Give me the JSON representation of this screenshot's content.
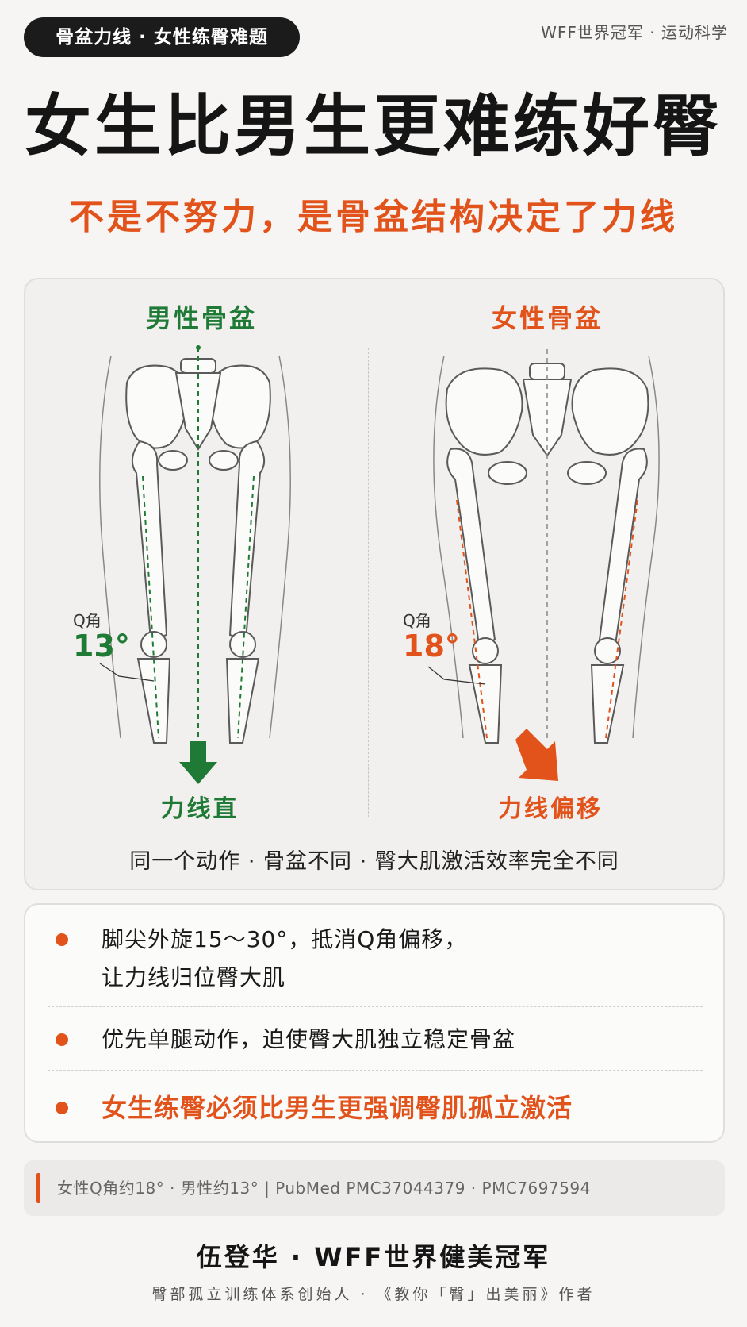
{
  "header": {
    "tag": "骨盆力线 · 女性练臀难题",
    "brand": "WFF世界冠军 · 运动科学"
  },
  "title": "女生比男生更难练好臀",
  "subtitle": "不是不努力，是骨盆结构决定了力线",
  "comparison": {
    "male": {
      "title": "男性骨盆",
      "q_label": "Q角",
      "q_value": "13°",
      "force_line": "力线直",
      "color": "#1e7a34"
    },
    "female": {
      "title": "女性骨盆",
      "q_label": "Q角",
      "q_value": "18°",
      "force_line": "力线偏移",
      "color": "#e2531c"
    },
    "caption": "同一个动作 · 骨盆不同 · 臀大肌激活效率完全不同"
  },
  "tips": [
    {
      "line1": "脚尖外旋15～30°，抵消Q角偏移，",
      "line2": "让力线归位臀大肌"
    },
    {
      "line1": "优先单腿动作，迫使臀大肌独立稳定骨盆"
    },
    {
      "line1": "女生练臀必须比男生更强调臀肌孤立激活"
    }
  ],
  "reference": "女性Q角约18° · 男性约13°  |  PubMed PMC37044379 · PMC7697594",
  "author": {
    "name": "伍登华 · WFF世界健美冠军",
    "credits": "臀部孤立训练体系创始人 · 《教你「臀」出美丽》作者"
  },
  "colors": {
    "accent": "#e2531c",
    "male": "#1e7a34",
    "text": "#1a1a1a",
    "background": "#f6f5f3"
  }
}
